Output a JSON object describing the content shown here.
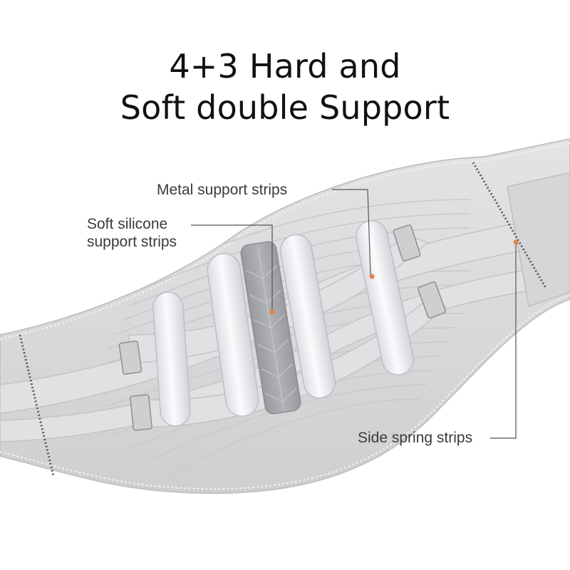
{
  "headline": {
    "line1": "4+3 Hard and",
    "line2": "Soft double Support"
  },
  "callouts": {
    "metal": "Metal support strips",
    "silicone_line1": "Soft silicone",
    "silicone_line2": "support strips",
    "spring": "Side spring strips"
  },
  "colors": {
    "background": "#ffffff",
    "fabric": "#d9d9d9",
    "metal_strip": "#f4f4f6",
    "silicone_strip": "#a6a6a8",
    "marker_dot": "#e9804a",
    "leader_line": "#555555",
    "text": "#111111"
  }
}
